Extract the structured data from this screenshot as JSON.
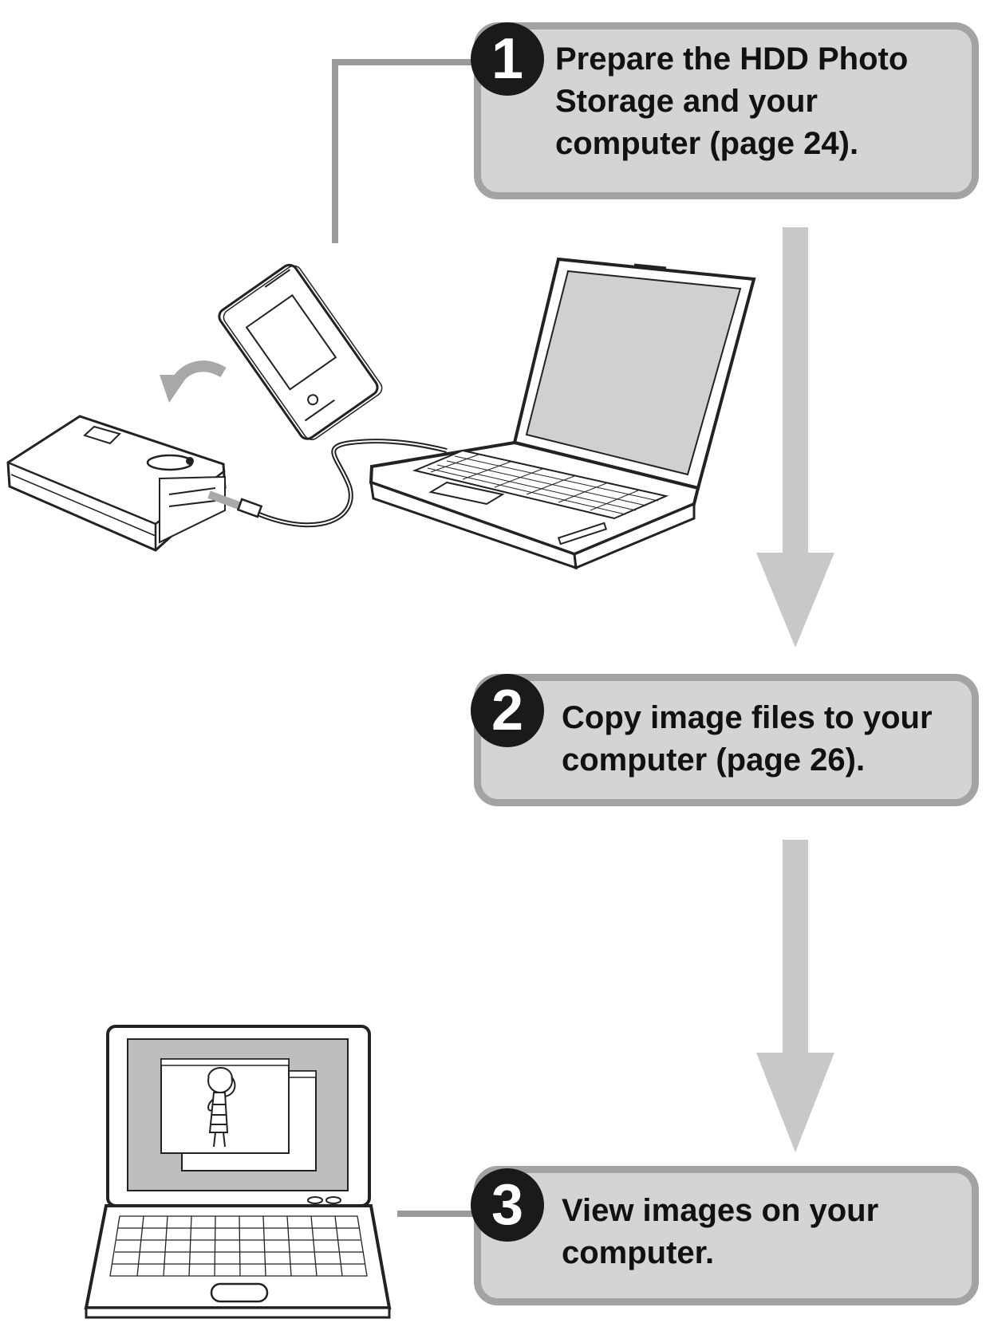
{
  "steps": [
    {
      "number": "1",
      "text": "Prepare the HDD Photo\nStorage and your\ncomputer (page 24)."
    },
    {
      "number": "2",
      "text": "Copy image files to your\ncomputer (page 26)."
    },
    {
      "number": "3",
      "text": "View images on your\ncomputer."
    }
  ],
  "icons": {
    "memory_card": "memory-stick-icon",
    "hdd_device": "hdd-photo-storage-icon",
    "laptop_connected": "laptop-icon",
    "laptop_viewer": "laptop-viewer-icon",
    "flow_arrow": "arrow-down-icon"
  },
  "colors": {
    "box_fill": "#d4d4d4",
    "box_border": "#a3a3a3",
    "arrow": "#c8c8c8",
    "badge": "#1a1a1a"
  }
}
